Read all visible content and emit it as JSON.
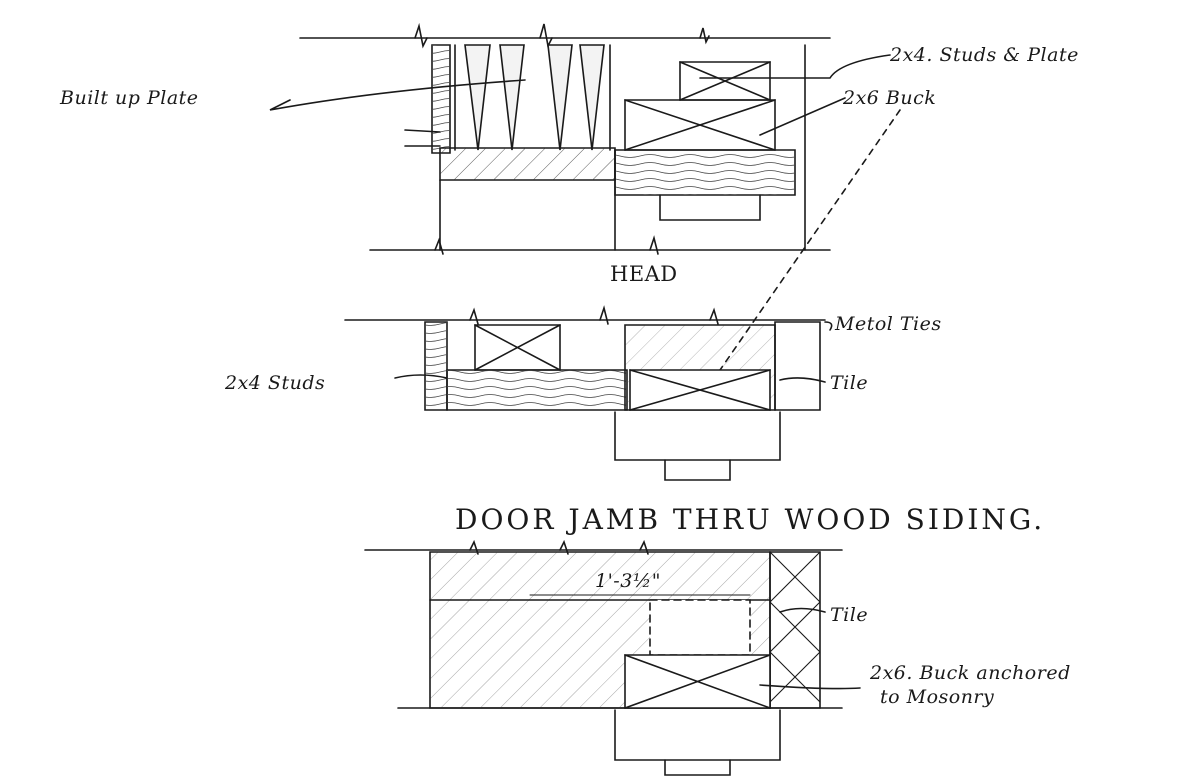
{
  "details": {
    "head": {
      "title": "HEAD",
      "labels": {
        "studs_plate": "2x4. Studs & Plate",
        "built_up_plate": "Built up Plate",
        "buck": "2x6 Buck"
      }
    },
    "door_jamb_wood": {
      "title": "DOOR JAMB THRU WOOD SIDING.",
      "labels": {
        "metal_ties": "Metol Ties",
        "studs": "2x4 Studs",
        "tile": "Tile"
      }
    },
    "door_jamb_masonry": {
      "labels": {
        "dimension": "1'-3½\"",
        "tile": "Tile",
        "buck_line1": "2x6. Buck anchored",
        "buck_line2": "to Mosonry"
      }
    }
  }
}
